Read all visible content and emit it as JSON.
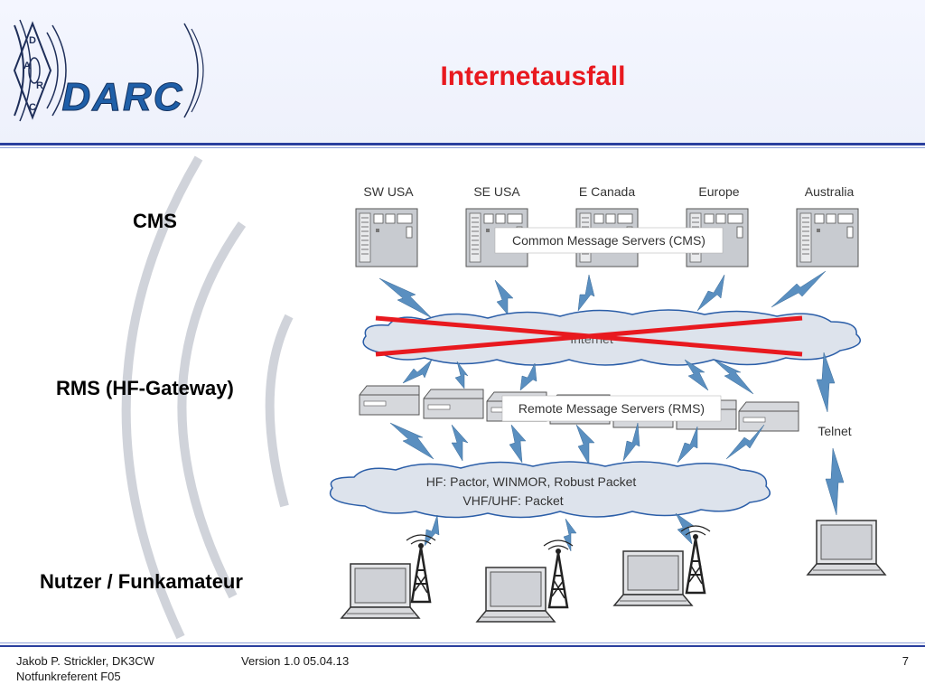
{
  "slide": {
    "title": "Internetausfall",
    "labels": {
      "cms": "CMS",
      "rms": "RMS (HF-Gateway)",
      "users": "Nutzer / Funkamateur"
    }
  },
  "logo": {
    "text": "DARC",
    "letters": [
      "D",
      "A",
      "R",
      "C"
    ]
  },
  "diagram": {
    "servers": [
      "SW USA",
      "SE USA",
      "E Canada",
      "Europe",
      "Australia"
    ],
    "cms_label": "Common Message Servers (CMS)",
    "internet_label": "Internet",
    "rms_label": "Remote Message Servers (RMS)",
    "radio_line1": "HF:  Pactor, WINMOR, Robust Packet",
    "radio_line2": "VHF/UHF:  Packet",
    "telnet": "Telnet"
  },
  "footer": {
    "author": "Jakob P. Strickler, DK3CW",
    "role": "Notfunkreferent F05",
    "version": "Version 1.0  05.04.13",
    "page": "7"
  },
  "colors": {
    "title": "#e8191f",
    "rule": "#2a3f9e",
    "logo": "#1f5fa8",
    "cross": "#e8191f",
    "lightning": "#5a8fc0",
    "cloud": "#dde3ec"
  }
}
